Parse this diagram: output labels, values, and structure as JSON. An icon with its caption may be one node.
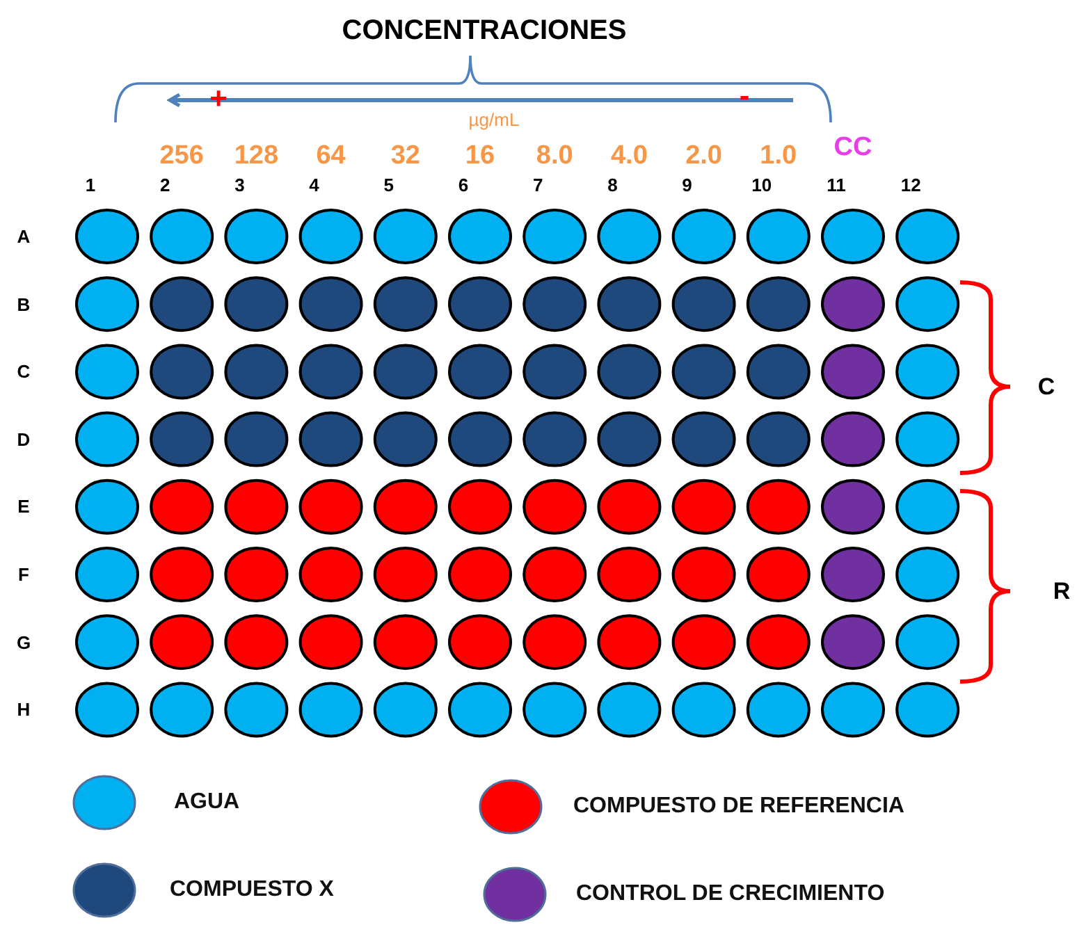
{
  "diagram": {
    "labels": [
      "CONCENTRACIONES",
      "+",
      "-",
      "µg/mL",
      "256",
      "128",
      "64",
      "32",
      "16",
      "8.0",
      "4.0",
      "2.0",
      "1.0",
      "CC",
      "1",
      "2",
      "3",
      "4",
      "5",
      "6",
      "7",
      "8",
      "9",
      "10",
      "11",
      "12",
      "A",
      "B",
      "C",
      "D",
      "E",
      "F",
      "G",
      "H",
      "C",
      "R"
    ],
    "legend": [
      {
        "text": "AGUA",
        "color": "#00b0f0"
      },
      {
        "text": "COMPUESTO DE REFERENCIA",
        "color": "#ff0000"
      },
      {
        "text": "COMPUESTO X",
        "color": "#1f497d"
      },
      {
        "text": "CONTROL DE CRECIMIENTO",
        "color": "#7030a0"
      }
    ]
  }
}
